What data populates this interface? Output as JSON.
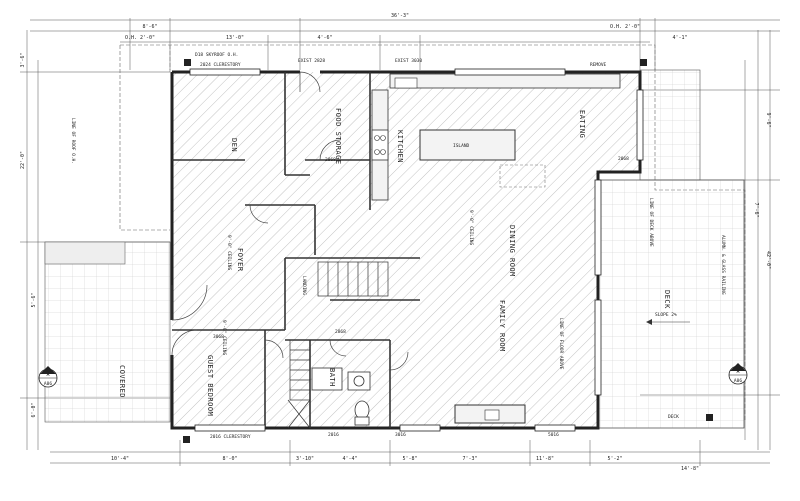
{
  "rooms": {
    "den": "DEN",
    "food_storage": "FOOD STORAGE",
    "kitchen": "KITCHEN",
    "eating": "EATING",
    "island": "ISLAND",
    "dining_room": "DINING ROOM",
    "foyer": "FOYER",
    "landing": "LANDING",
    "family_room": "FAMILY ROOM",
    "guest_bedroom": "GUEST BEDROOM",
    "bath": "BATH",
    "deck": "DECK",
    "covered": "COVERED"
  },
  "notes": {
    "clerestory_top": "D18 SKYROOF O.H.",
    "clerestory_den": "2024 CLERESTORY",
    "clerestory_bottom": "2016 CLERESTORY",
    "remove": "REMOVE",
    "exist_1": "EXIST 2828",
    "exist_2": "EXIST 3030",
    "line_roof": "LINE OF ROOF O.H.",
    "line_floor": "LINE OF FLOOR ABOVE",
    "line_deck": "LINE OF DECK ABOVE",
    "railing": "ALUMN. & GLASS RAILING",
    "slope": "SLOPE 2%",
    "deck_label": "DECK",
    "ceiling_1": "9'-0\" CEILING",
    "ceiling_2": "9'-0\" CEILING",
    "ceiling_3": "9'-0\" CEILING",
    "section_a": "A",
    "section_sheet": "A06"
  },
  "dims": {
    "overall_top": "36'-3\"",
    "top_1": "8'-6\"",
    "top_2": "13'-0\"",
    "top_3": "4'-6\"",
    "top_4": "4'-1\"",
    "oh_left": "O.H. 2'-0\"",
    "oh_right": "O.H. 2'-0\"",
    "left_1": "3'-6\"",
    "left_2": "22'-0\"",
    "left_3": "5'-6\"",
    "left_4": "6'-0\"",
    "right_1": "9'-6\"",
    "right_2": "7'-6\"",
    "right_3": "42'-0\"",
    "bot_1": "10'-4\"",
    "bot_2": "8'-0\"",
    "bot_3": "3'-10\"",
    "bot_4": "4'-4\"",
    "bot_5": "5'-8\"",
    "bot_6": "7'-3\"",
    "bot_7": "11'-8\"",
    "bot_8": "5'-2\"",
    "bot_9": "14'-8\"",
    "door_1": "2868",
    "door_2": "2868",
    "door_3": "3068",
    "door_4": "2068",
    "win_1": "3016",
    "win_2": "2016",
    "win_3": "5016"
  }
}
